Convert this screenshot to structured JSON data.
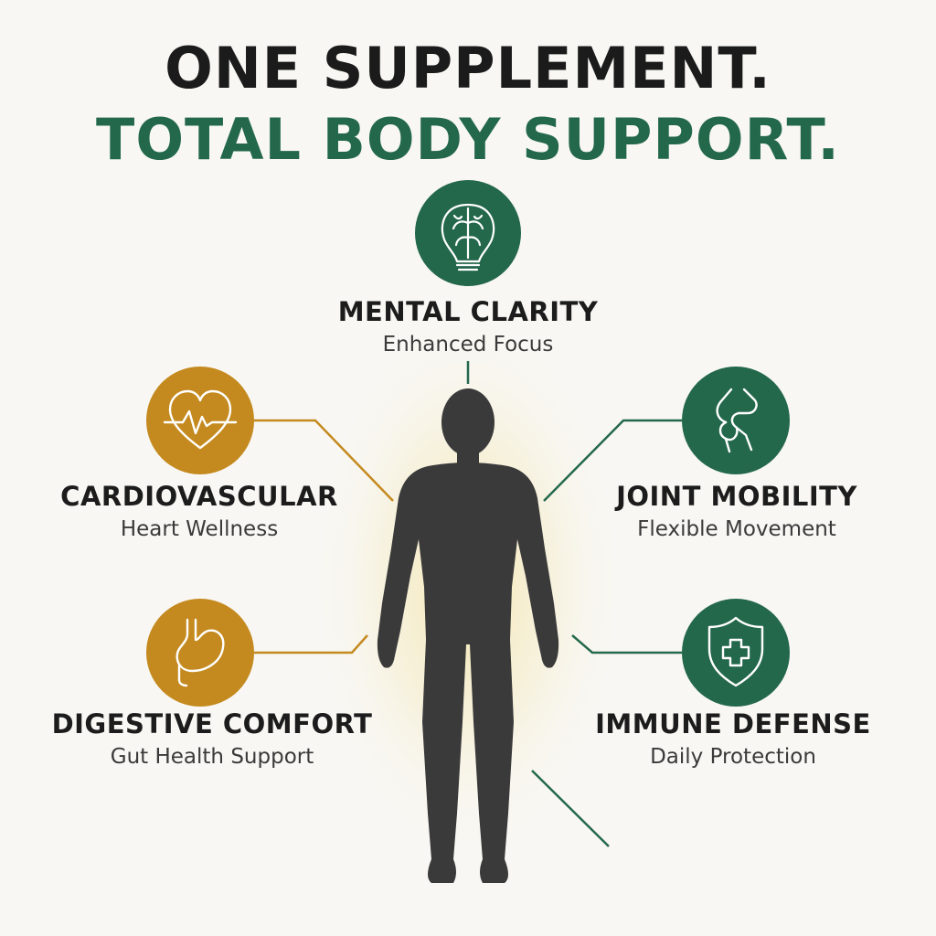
{
  "headline": {
    "line1": "ONE SUPPLEMENT.",
    "line2": "TOTAL BODY SUPPORT."
  },
  "colors": {
    "green": "#24684c",
    "gold": "#c48a1f",
    "figure": "#3a3a3a",
    "background": "#f8f7f3"
  },
  "benefits": [
    {
      "id": "mental",
      "title": "MENTAL CLARITY",
      "subtitle": "Enhanced Focus",
      "icon": "brain-bulb-icon",
      "color": "green"
    },
    {
      "id": "cardio",
      "title": "CARDIOVASCULAR",
      "subtitle": "Heart Wellness",
      "icon": "heart-pulse-icon",
      "color": "gold"
    },
    {
      "id": "joint",
      "title": "JOINT MOBILITY",
      "subtitle": "Flexible Movement",
      "icon": "knee-joint-icon",
      "color": "green"
    },
    {
      "id": "digest",
      "title": "DIGESTIVE COMFORT",
      "subtitle": "Gut Health Support",
      "icon": "stomach-icon",
      "color": "gold"
    },
    {
      "id": "immune",
      "title": "IMMUNE DEFENSE",
      "subtitle": "Daily Protection",
      "icon": "shield-cross-icon",
      "color": "green"
    }
  ]
}
